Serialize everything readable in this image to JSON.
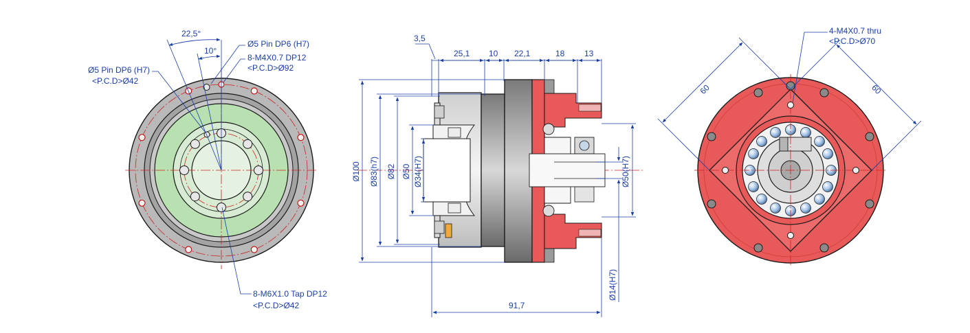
{
  "colors": {
    "dimension": "#1a3ea8",
    "housing_red": "#e85a5a",
    "housing_red_dark": "#c83030",
    "flange_green": "#b8e0b0",
    "metal_grey": "#a8a8a8",
    "center_line": "#d02020"
  },
  "front_view": {
    "angle_outer": "22,5°",
    "angle_inner": "10°",
    "pin_top_line1": "Ø5 Pin DP6 (H7)",
    "tap_top_line1": "8-M4X0.7 DP12",
    "tap_top_line2": "<P.C.D>Ø92",
    "pin_left_line1": "Ø5 Pin DP6 (H7)",
    "pin_left_line2": "<P.C.D>Ø42",
    "tap_bottom_line1": "8-M6X1.0 Tap DP12",
    "tap_bottom_line2": "<P.C.D>Ø42"
  },
  "side_view": {
    "top_dims": [
      "3,5",
      "25,1",
      "10",
      "22,1",
      "18",
      "13"
    ],
    "left_dims": [
      "Ø100",
      "Ø83(h7)",
      "Ø82",
      "Ø50",
      "Ø34(H7)"
    ],
    "right_dims": [
      "Ø50(H7)",
      "Ø14(H7)"
    ],
    "bottom_dim": "91,7"
  },
  "rear_view": {
    "tap_line1": "4-M4X0.7 thru",
    "tap_line2": "<P.C.D>Ø70",
    "square_left": "60",
    "square_right": "60"
  }
}
